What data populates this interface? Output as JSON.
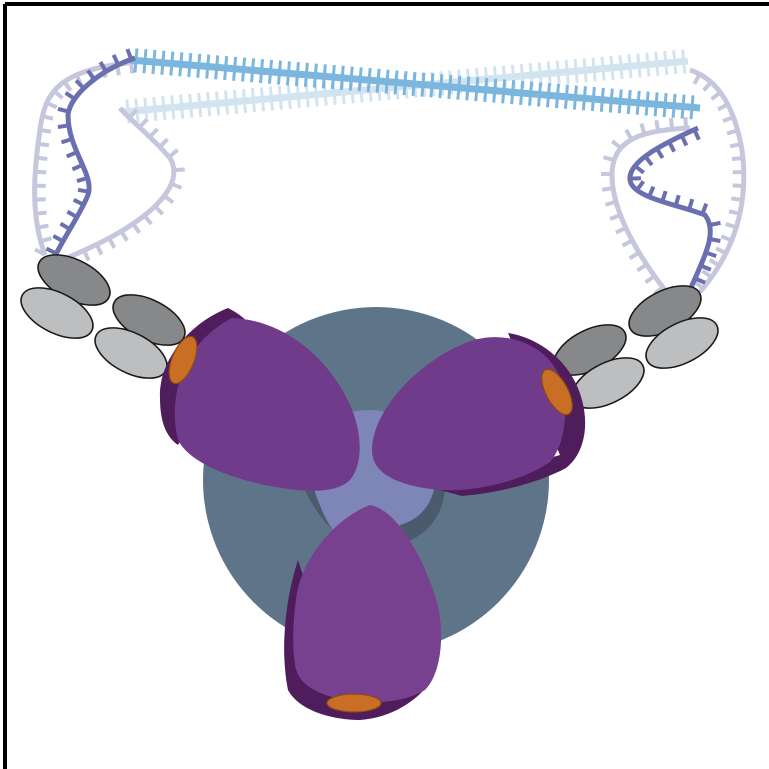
{
  "figure": {
    "frame": "axis-frame",
    "description_free": true
  },
  "colors": {
    "background": "#ffffff",
    "frame": "#000000",
    "disc": "#5e7589",
    "core": "#7e86b8",
    "core_shadow": "#4c5a6e",
    "lobe": "#713b8c",
    "lobe_front": "#77418f",
    "lobe_dark": "#4f1c5c",
    "orange_patch": "#c96f25",
    "duplex_bright": "#7ab6dd",
    "duplex_faded": "#d3e4f1",
    "strand_dark": "#6a6fb0",
    "strand_light": "#c6c6dd",
    "ellipse_dark": "#87888a",
    "ellipse_light": "#bdbec0",
    "outline": "#1a1a1a"
  },
  "icons": {
    "disc": "protein-disc",
    "lobes": "protein-lobe",
    "patches": "binding-site-patch",
    "duplex": "dna-duplex",
    "strands": "single-strand",
    "beads": "domain-ellipse"
  }
}
